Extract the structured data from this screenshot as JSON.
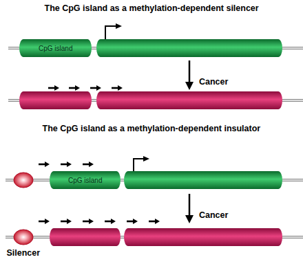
{
  "diagram": {
    "nodes": [
      {
        "text": [
          "CpG island"
        ]
      },
      {
        "text": [
          "CpG island"
        ]
      },
      {
        "text": [
          "Silencer"
        ]
      }
    ],
    "labels": [
      "The CpG island as a methylation-dependent silencer",
      "Cancer",
      "The CpG island as a methylation-dependent insulator",
      "Cancer"
    ]
  }
}
